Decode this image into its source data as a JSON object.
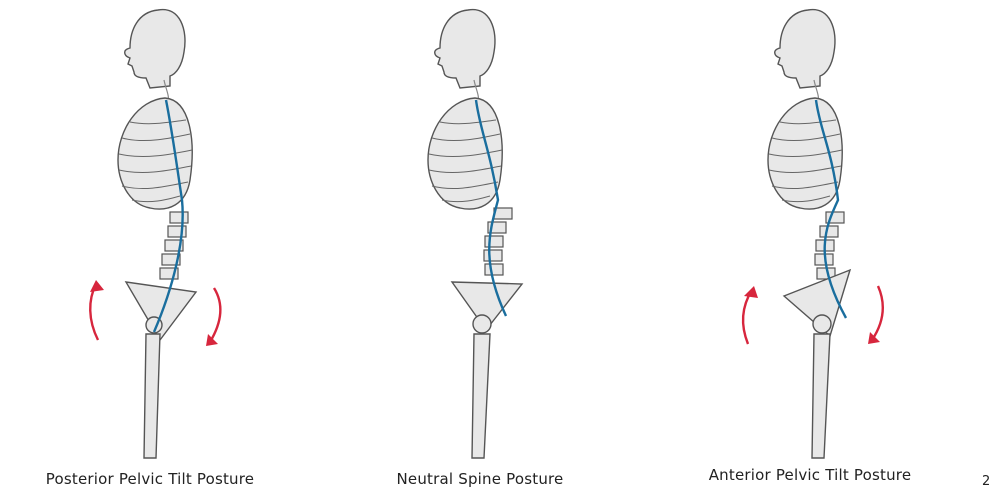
{
  "figures": [
    {
      "label": "Posterior Pelvic Tilt Posture",
      "pelvis_tilt": "posterior"
    },
    {
      "label": "Neutral Spine Posture",
      "pelvis_tilt": "neutral"
    },
    {
      "label": "Anterior Pelvic Tilt Posture",
      "pelvis_tilt": "anterior"
    }
  ],
  "page_number": "2",
  "colors": {
    "outline": "#555555",
    "fill": "#e8e8e8",
    "spine": "#1a6e9e",
    "arrow": "#d7263d"
  }
}
